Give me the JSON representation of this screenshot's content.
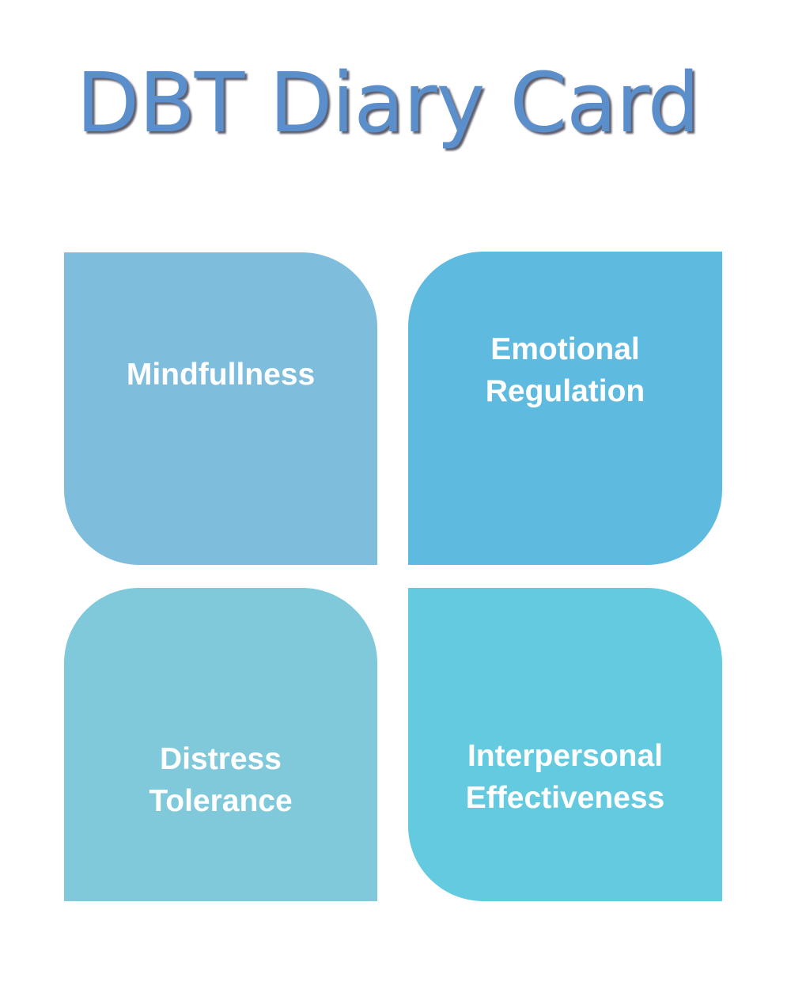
{
  "title": {
    "text": "DBT Diary Card",
    "color": "#5b8fcb"
  },
  "tiles": [
    {
      "label": "Mindfullness",
      "color": "#7fbddd"
    },
    {
      "label": "Emotional\nRegulation",
      "color": "#5fbadf"
    },
    {
      "label": "Distress\nTolerance",
      "color": "#80c9da"
    },
    {
      "label": "Interpersonal\nEffectiveness",
      "color": "#63cae0"
    }
  ]
}
